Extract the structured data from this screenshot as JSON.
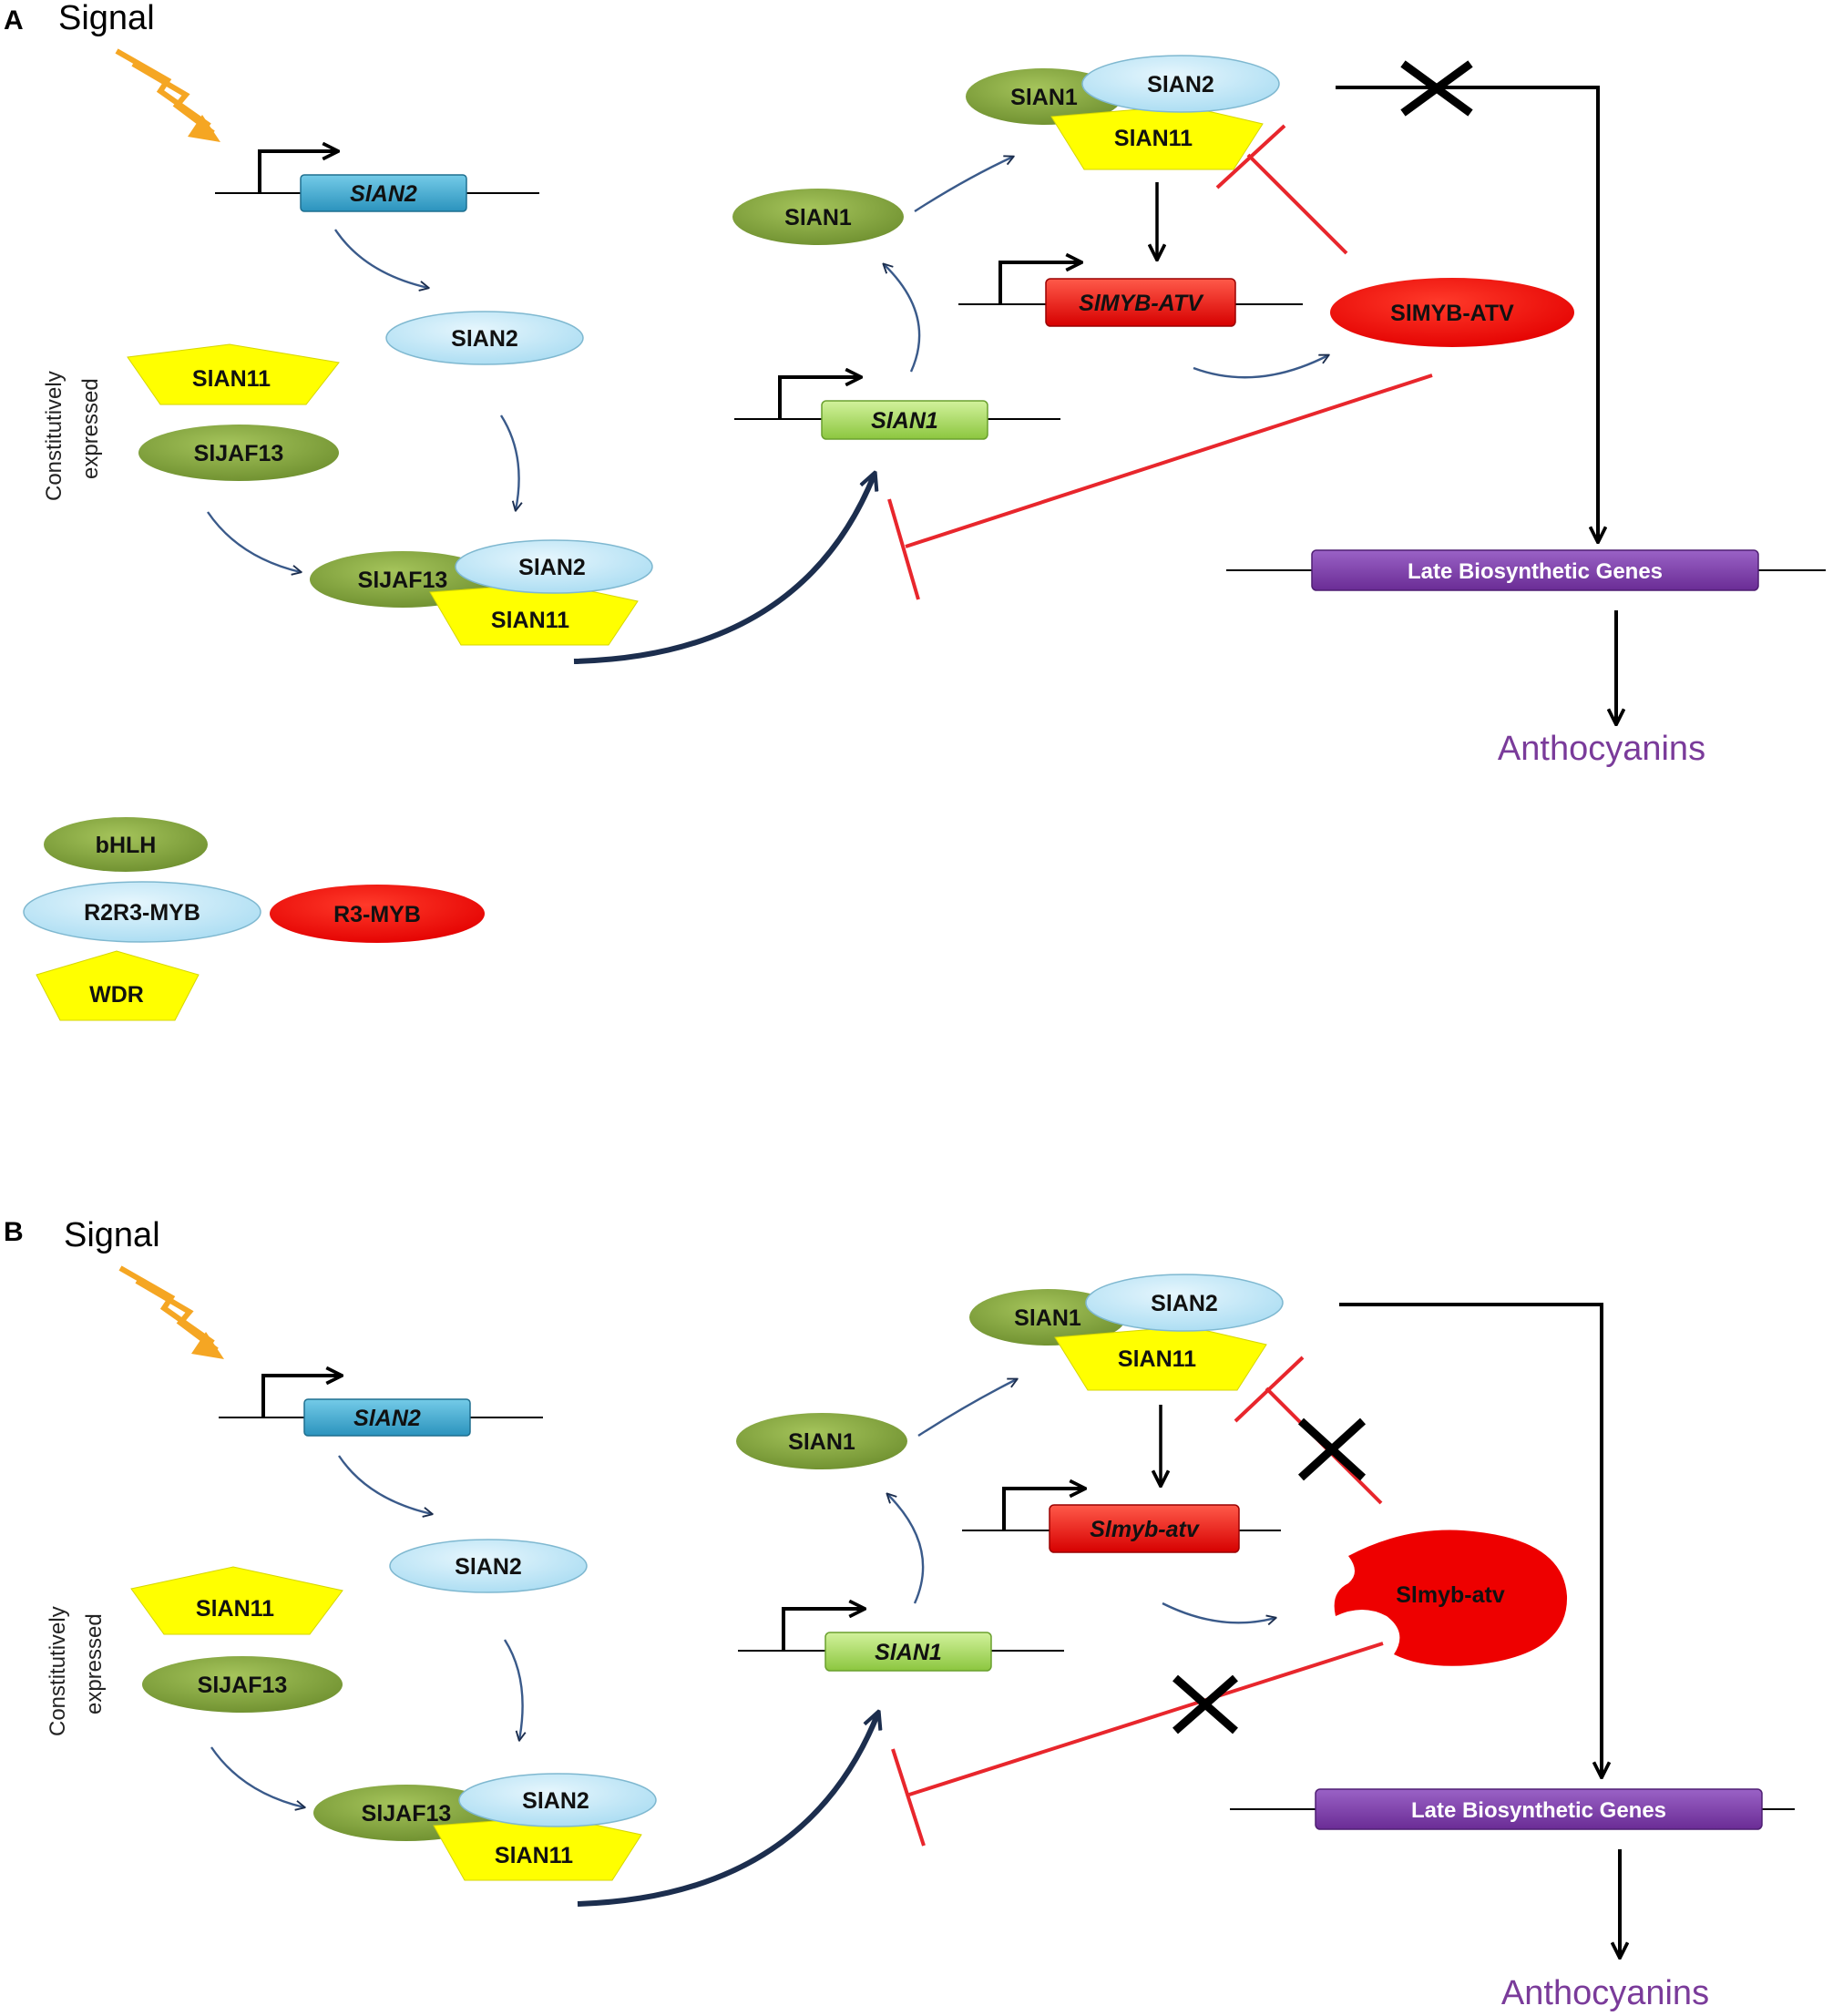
{
  "panel_a": {
    "letter": "A",
    "signal": "Signal",
    "gene_an2": "SlAN2",
    "prot_an2": "SlAN2",
    "prot_an11": "SlAN11",
    "prot_jaf13": "SlJAF13",
    "constitutive_1": "Constitutively",
    "constitutive_2": "expressed",
    "complex_jaf13": "SlJAF13",
    "complex_an2": "SlAN2",
    "complex_an11": "SlAN11",
    "gene_an1": "SlAN1",
    "prot_an1": "SlAN1",
    "mbw_an1": "SlAN1",
    "mbw_an2": "SlAN2",
    "mbw_an11": "SlAN11",
    "gene_atv": "SlMYB-ATV",
    "prot_atv": "SlMYB-ATV",
    "lbg": "Late Biosynthetic Genes",
    "anthocyanins": "Anthocyanins"
  },
  "legend": {
    "bhlh": "bHLH",
    "r2r3": "R2R3-MYB",
    "r3": "R3-MYB",
    "wdr": "WDR"
  },
  "panel_b": {
    "letter": "B",
    "signal": "Signal",
    "gene_an2": "SlAN2",
    "prot_an2": "SlAN2",
    "prot_an11": "SlAN11",
    "prot_jaf13": "SlJAF13",
    "constitutive_1": "Constitutively",
    "constitutive_2": "expressed",
    "complex_jaf13": "SlJAF13",
    "complex_an2": "SlAN2",
    "complex_an11": "SlAN11",
    "gene_an1": "SlAN1",
    "prot_an1": "SlAN1",
    "mbw_an1": "SlAN1",
    "mbw_an2": "SlAN2",
    "mbw_an11": "SlAN11",
    "gene_atv": "Slmyb-atv",
    "prot_atv": "Slmyb-atv",
    "lbg": "Late Biosynthetic Genes",
    "anthocyanins": "Anthocyanins"
  },
  "colors": {
    "bhlh_green": "#7d9c3a",
    "myb_blue": "#bfe6f7",
    "wdr_yellow": "#ffff00",
    "r3_red": "#ff0000",
    "an2_gene": "#3aa8cf",
    "an1_gene": "#a6dc57",
    "lbg_purple": "#7b3aa8",
    "signal_orange": "#f5a623",
    "navy_arrow": "#1c2e4e",
    "repress_red": "#e8262c"
  }
}
